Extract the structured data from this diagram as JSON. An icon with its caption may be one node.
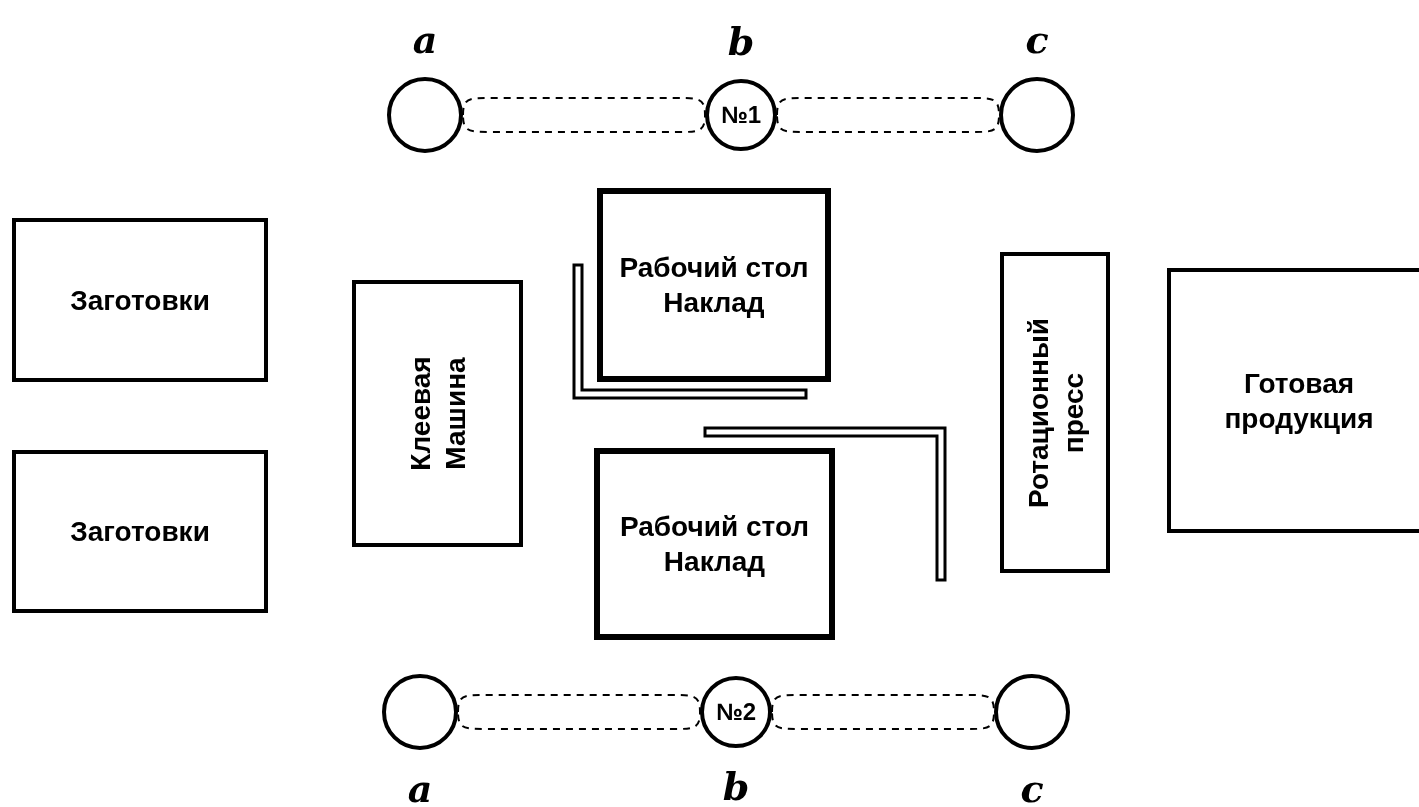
{
  "diagram": {
    "nodes": [
      {
        "text": [],
        "shape": "circle",
        "beside": [
          "a"
        ]
      },
      {
        "text": [
          "№1"
        ],
        "beside": [
          "b"
        ]
      },
      {
        "text": [],
        "shape": "circle",
        "beside": [
          "c"
        ]
      },
      {
        "text": [
          "Заготовки"
        ]
      },
      {
        "text": [
          "Рабочий стол Наклад"
        ]
      },
      {
        "text": [
          "Заготовки"
        ]
      },
      {
        "text": [
          "Клеевая Машина"
        ]
      },
      {
        "text": [
          "Ротационный пресс"
        ]
      },
      {
        "text": [
          "Готовая продукция"
        ]
      },
      {
        "text": [
          "Рабочий стол Наклад"
        ]
      },
      {
        "text": [],
        "shape": "circle",
        "beside": [
          "a"
        ]
      },
      {
        "text": [
          "№2"
        ],
        "beside": [
          "b"
        ]
      },
      {
        "text": [],
        "shape": "circle",
        "beside": [
          "c"
        ]
      }
    ],
    "edges": [
      {
        "from": 0,
        "to": 1,
        "arrow": "none",
        "style": "dashed"
      },
      {
        "from": 1,
        "to": 2,
        "arrow": "none",
        "style": "dashed"
      },
      {
        "from": 10,
        "to": 11,
        "arrow": "none",
        "style": "dashed"
      },
      {
        "from": 11,
        "to": 12,
        "arrow": "none",
        "style": "dashed"
      }
    ]
  }
}
